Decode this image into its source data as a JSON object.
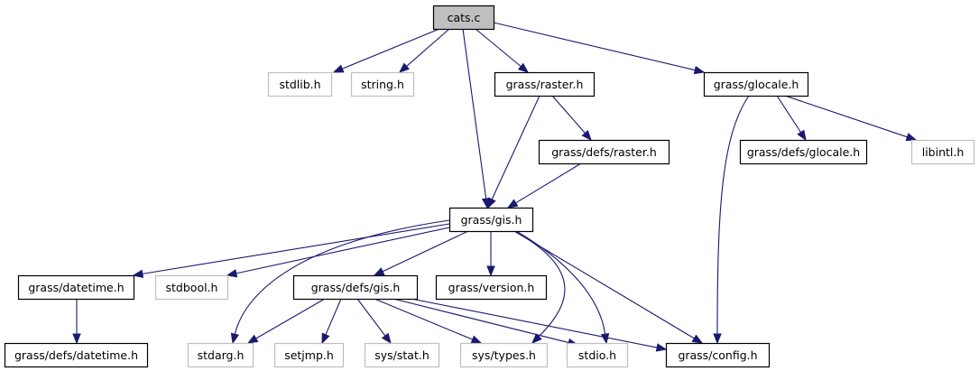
{
  "graph": {
    "title": "cats.c include dependency graph",
    "colors": {
      "edge": "#191970",
      "root_fill": "#bfbfbf",
      "root_border": "#000000",
      "documented_border": "#000000",
      "external_border": "#bfbfbf",
      "node_fill": "#ffffff"
    },
    "nodes": [
      {
        "id": "cats_c",
        "label": "cats.c",
        "kind": "root"
      },
      {
        "id": "stdlib_h",
        "label": "stdlib.h",
        "kind": "external"
      },
      {
        "id": "string_h",
        "label": "string.h",
        "kind": "external"
      },
      {
        "id": "grass_raster_h",
        "label": "grass/raster.h",
        "kind": "documented"
      },
      {
        "id": "grass_glocale_h",
        "label": "grass/glocale.h",
        "kind": "documented"
      },
      {
        "id": "grass_defs_raster_h",
        "label": "grass/defs/raster.h",
        "kind": "documented"
      },
      {
        "id": "grass_defs_glocale_h",
        "label": "grass/defs/glocale.h",
        "kind": "documented"
      },
      {
        "id": "libintl_h",
        "label": "libintl.h",
        "kind": "external"
      },
      {
        "id": "grass_gis_h",
        "label": "grass/gis.h",
        "kind": "documented"
      },
      {
        "id": "grass_datetime_h",
        "label": "grass/datetime.h",
        "kind": "documented"
      },
      {
        "id": "stdbool_h",
        "label": "stdbool.h",
        "kind": "external"
      },
      {
        "id": "grass_defs_gis_h",
        "label": "grass/defs/gis.h",
        "kind": "documented"
      },
      {
        "id": "grass_version_h",
        "label": "grass/version.h",
        "kind": "documented"
      },
      {
        "id": "grass_defs_datetime_h",
        "label": "grass/defs/datetime.h",
        "kind": "documented"
      },
      {
        "id": "stdarg_h",
        "label": "stdarg.h",
        "kind": "external"
      },
      {
        "id": "setjmp_h",
        "label": "setjmp.h",
        "kind": "external"
      },
      {
        "id": "sys_stat_h",
        "label": "sys/stat.h",
        "kind": "external"
      },
      {
        "id": "sys_types_h",
        "label": "sys/types.h",
        "kind": "external"
      },
      {
        "id": "stdio_h",
        "label": "stdio.h",
        "kind": "external"
      },
      {
        "id": "grass_config_h",
        "label": "grass/config.h",
        "kind": "documented"
      }
    ],
    "edges": [
      {
        "from": "cats_c",
        "to": "stdlib_h"
      },
      {
        "from": "cats_c",
        "to": "string_h"
      },
      {
        "from": "cats_c",
        "to": "grass_gis_h"
      },
      {
        "from": "cats_c",
        "to": "grass_raster_h"
      },
      {
        "from": "cats_c",
        "to": "grass_glocale_h"
      },
      {
        "from": "grass_raster_h",
        "to": "grass_gis_h"
      },
      {
        "from": "grass_raster_h",
        "to": "grass_defs_raster_h"
      },
      {
        "from": "grass_defs_raster_h",
        "to": "grass_gis_h"
      },
      {
        "from": "grass_glocale_h",
        "to": "grass_config_h"
      },
      {
        "from": "grass_glocale_h",
        "to": "grass_defs_glocale_h"
      },
      {
        "from": "grass_glocale_h",
        "to": "libintl_h"
      },
      {
        "from": "grass_gis_h",
        "to": "grass_datetime_h"
      },
      {
        "from": "grass_gis_h",
        "to": "stdbool_h"
      },
      {
        "from": "grass_gis_h",
        "to": "stdarg_h"
      },
      {
        "from": "grass_gis_h",
        "to": "grass_defs_gis_h"
      },
      {
        "from": "grass_gis_h",
        "to": "grass_version_h"
      },
      {
        "from": "grass_gis_h",
        "to": "sys_types_h"
      },
      {
        "from": "grass_gis_h",
        "to": "stdio_h"
      },
      {
        "from": "grass_gis_h",
        "to": "grass_config_h"
      },
      {
        "from": "grass_datetime_h",
        "to": "grass_defs_datetime_h"
      },
      {
        "from": "grass_defs_gis_h",
        "to": "stdarg_h"
      },
      {
        "from": "grass_defs_gis_h",
        "to": "setjmp_h"
      },
      {
        "from": "grass_defs_gis_h",
        "to": "sys_stat_h"
      },
      {
        "from": "grass_defs_gis_h",
        "to": "sys_types_h"
      },
      {
        "from": "grass_defs_gis_h",
        "to": "stdio_h"
      },
      {
        "from": "grass_defs_gis_h",
        "to": "grass_config_h"
      }
    ]
  }
}
